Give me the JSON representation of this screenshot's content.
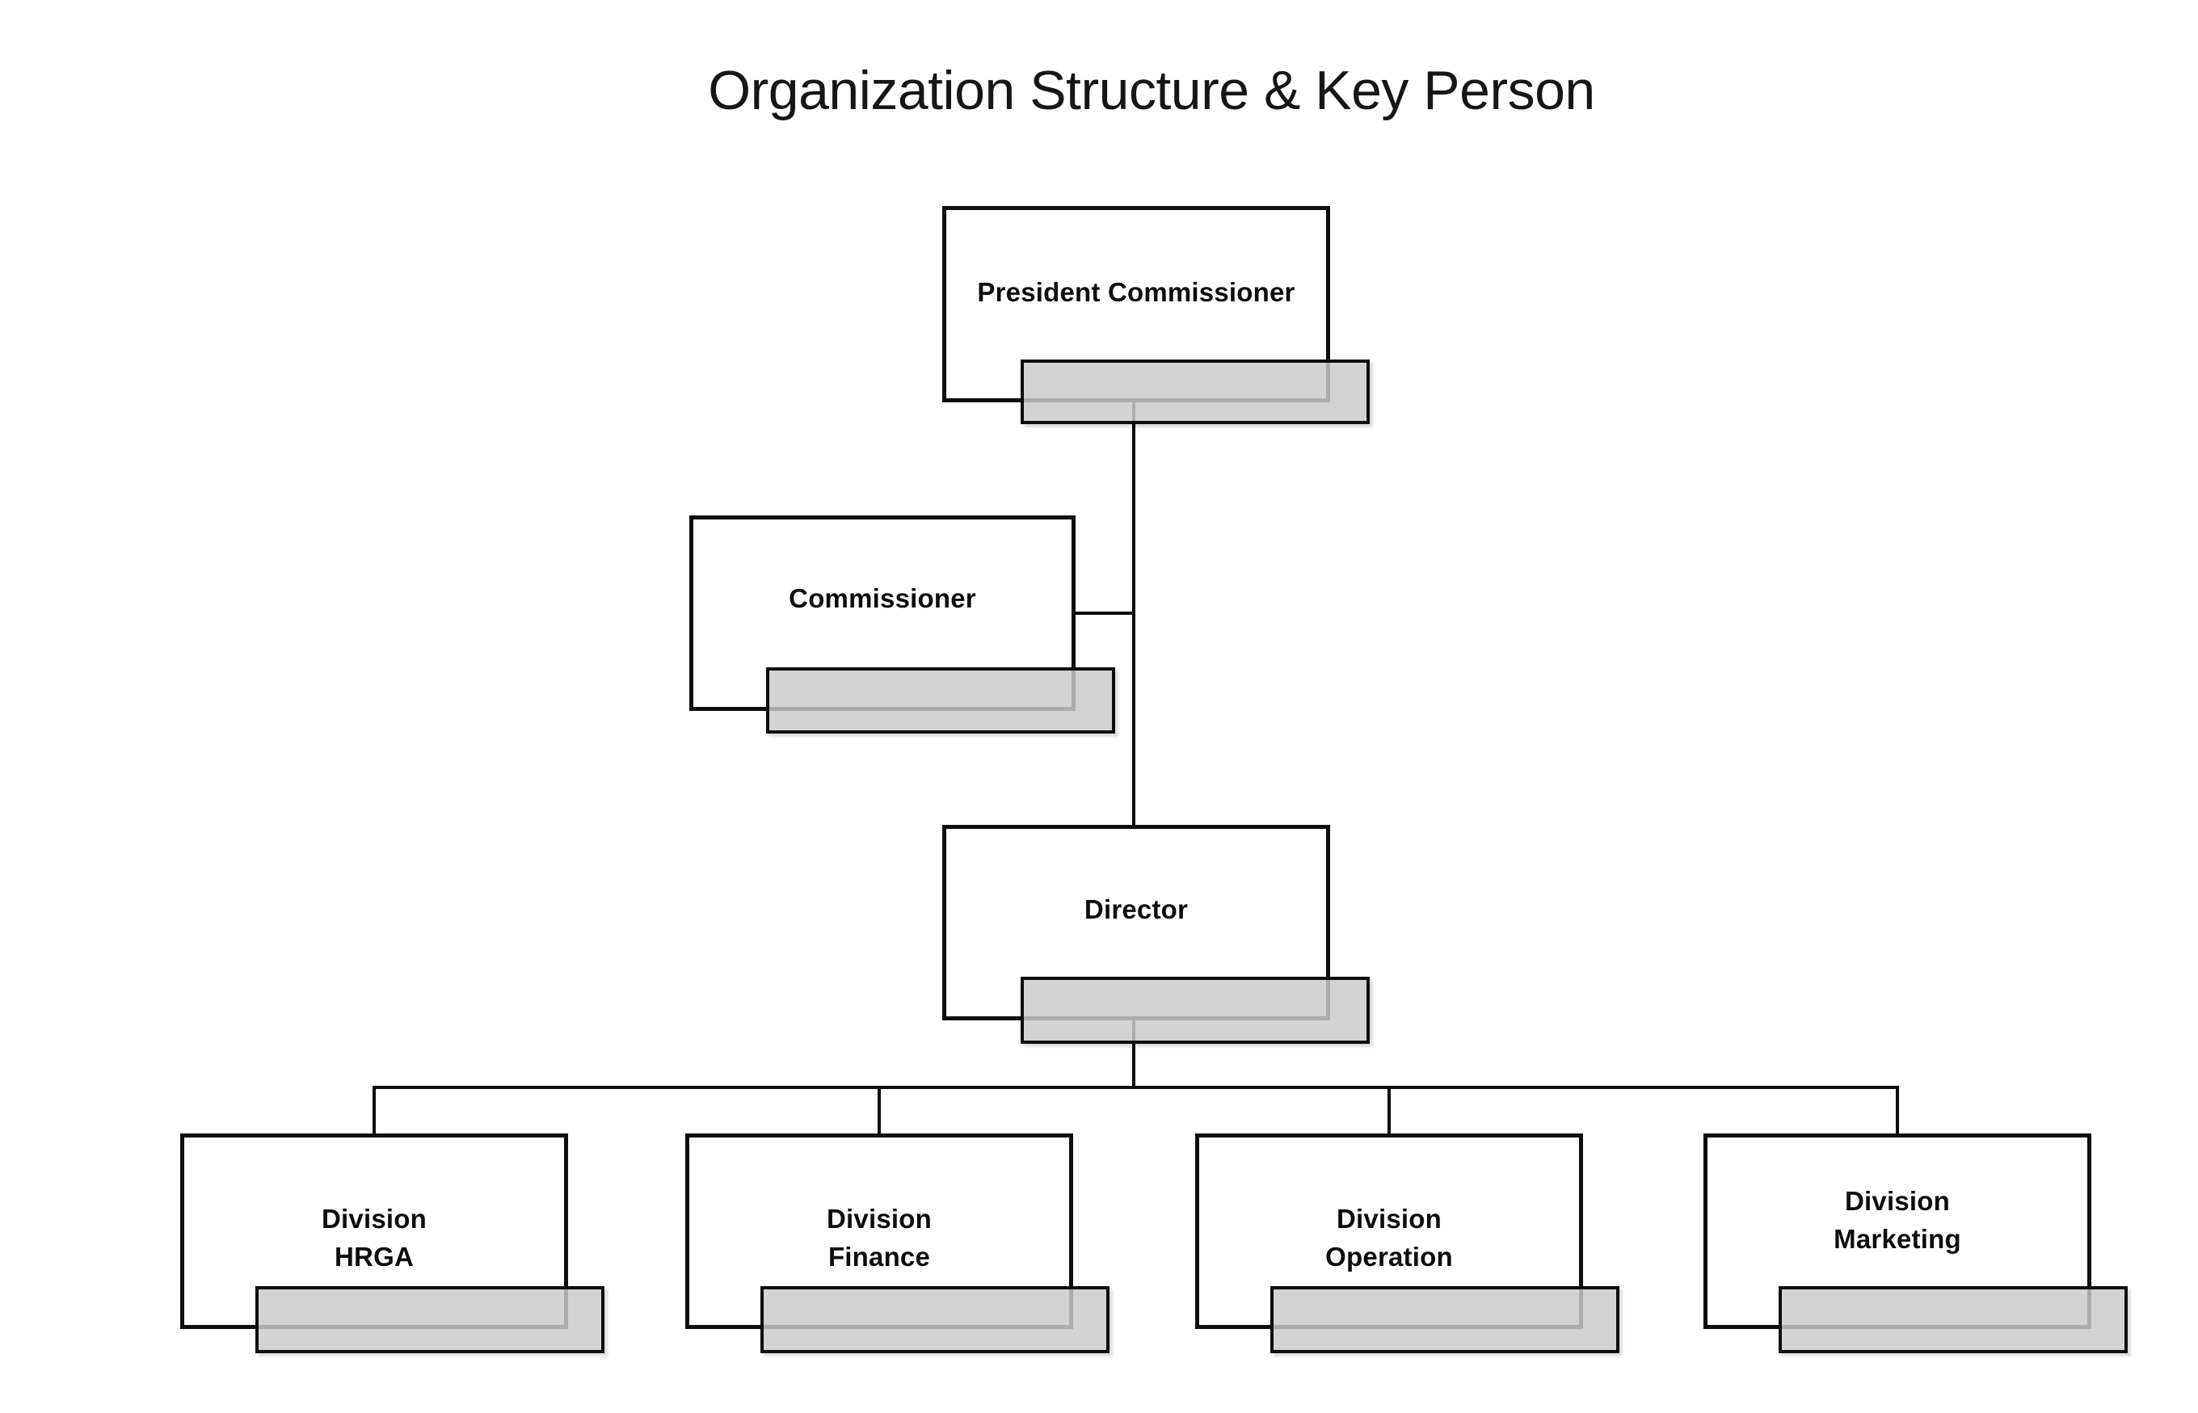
{
  "title": "Organization Structure & Key Person",
  "colors": {
    "background": "#ffffff",
    "line": "#0d0d0d",
    "box_border": "#0d0d0d",
    "box_fill": "#ffffff",
    "name_placeholder_fill": "#cbcbcb",
    "label_text": "#0d0d0d"
  },
  "org_chart": {
    "nodes": [
      {
        "id": "president-commissioner",
        "label": "President Commissioner",
        "parent": null,
        "name_placeholder": ""
      },
      {
        "id": "commissioner",
        "label": "Commissioner",
        "parent": "president-commissioner",
        "name_placeholder": ""
      },
      {
        "id": "director",
        "label": "Director",
        "parent": "president-commissioner",
        "name_placeholder": ""
      },
      {
        "id": "division-hrga",
        "label": "Division\nHRGA",
        "parent": "director",
        "name_placeholder": ""
      },
      {
        "id": "division-finance",
        "label": "Division\nFinance",
        "parent": "director",
        "name_placeholder": ""
      },
      {
        "id": "division-operation",
        "label": "Division\nOperation",
        "parent": "director",
        "name_placeholder": ""
      },
      {
        "id": "division-marketing",
        "label": "Division\nMarketing",
        "parent": "director",
        "name_placeholder": ""
      }
    ]
  }
}
